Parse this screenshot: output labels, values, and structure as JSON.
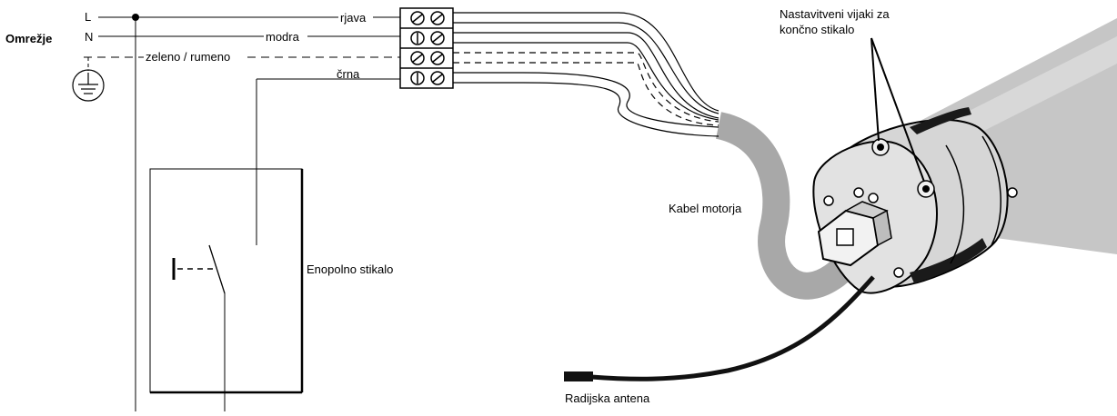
{
  "mains": {
    "title": "Omrežje",
    "line_L": "L",
    "line_N": "N"
  },
  "wires": {
    "brown": "rjava",
    "blue": "modra",
    "ground": "zeleno / rumeno",
    "black": "črna"
  },
  "switch": {
    "label": "Enopolno stikalo"
  },
  "motor": {
    "cable_label": "Kabel motorja",
    "screws_label_line1": "Nastavitveni vijaki za",
    "screws_label_line2": "končno stikalo",
    "antenna_label": "Radijska antena"
  },
  "colors": {
    "cable_gray": "#a8a8a8",
    "tube_gray": "#c8c8c8",
    "motor_head": "#d9d9d9",
    "line": "#000000"
  }
}
